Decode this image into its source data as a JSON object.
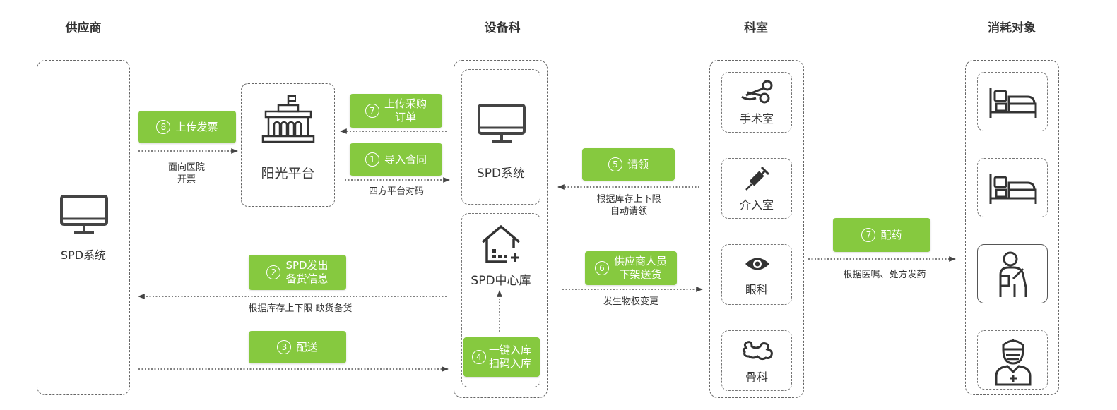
{
  "headers": {
    "supplier": "供应商",
    "equipment": "设备科",
    "department": "科室",
    "consumer": "消耗对象"
  },
  "supplier_box": {
    "label": "SPD系统",
    "icon": "monitor-icon"
  },
  "sunshine": {
    "label": "阳光平台",
    "icon": "government-building-icon"
  },
  "equipment_box": {
    "spd_system": {
      "label": "SPD系统",
      "icon": "monitor-icon"
    },
    "center": {
      "label": "SPD中心库",
      "icon": "warehouse-icon"
    }
  },
  "departments": [
    {
      "label": "手术室",
      "icon": "surgery-scissors-icon"
    },
    {
      "label": "介入室",
      "icon": "syringe-icon"
    },
    {
      "label": "眼科",
      "icon": "eye-icon"
    },
    {
      "label": "骨科",
      "icon": "bone-icon"
    }
  ],
  "consumers": [
    {
      "icon": "patient-bed-icon"
    },
    {
      "icon": "patient-bed-icon"
    },
    {
      "icon": "injured-patient-icon"
    },
    {
      "icon": "nurse-icon"
    }
  ],
  "steps": {
    "s8": {
      "num": "8",
      "text": "上传发票"
    },
    "s7a": {
      "num": "7",
      "line1": "上传采购",
      "line2": "订单"
    },
    "s1": {
      "num": "1",
      "text": "导入合同"
    },
    "s5": {
      "num": "5",
      "text": "请领"
    },
    "s2": {
      "num": "2",
      "line1": "SPD发出",
      "line2": "备货信息"
    },
    "s3": {
      "num": "3",
      "text": "配送"
    },
    "s6": {
      "num": "6",
      "line1": "供应商人员",
      "line2": "下架送货"
    },
    "s4": {
      "num": "4",
      "line1": "一键入库",
      "line2": "扫码入库"
    },
    "s7b": {
      "num": "7",
      "text": "配药"
    }
  },
  "captions": {
    "c8_line1": "面向医院",
    "c8_line2": "开票",
    "c1": "四方平台对码",
    "c5_line1": "根据库存上下限",
    "c5_line2": "自动请领",
    "c2": "根据库存上下限  缺货备货",
    "c6": "发生物权变更",
    "c7b": "根据医嘱、处方发药"
  },
  "colors": {
    "accent": "#86c93f",
    "border": "#666666",
    "text": "#333333"
  }
}
